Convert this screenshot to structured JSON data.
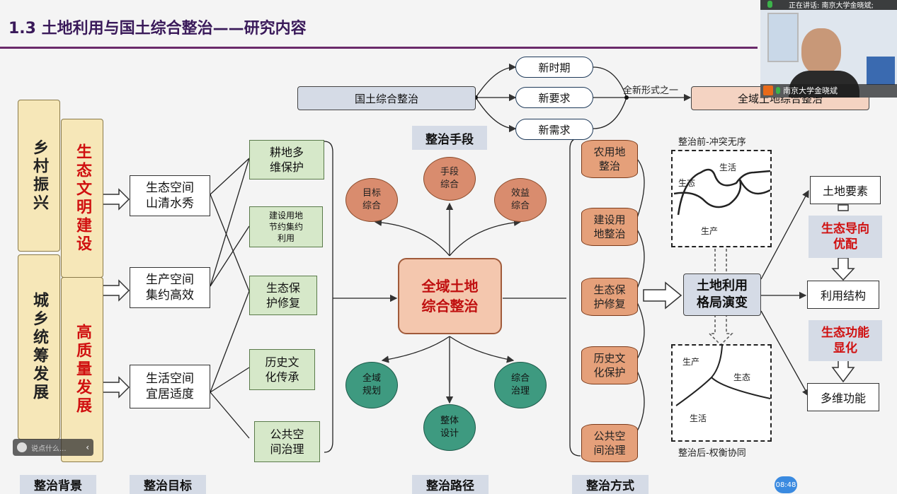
{
  "title": "1.3 土地利用与国土综合整治——研究内容",
  "left_vertical": {
    "top": "乡村振兴",
    "bottom": "城乡统筹发展"
  },
  "red_vertical": {
    "top": "生态文明建设",
    "bottom": "高质量发展"
  },
  "goals": [
    {
      "line1": "生态空间",
      "line2": "山清水秀"
    },
    {
      "line1": "生产空间",
      "line2": "集约高效"
    },
    {
      "line1": "生活空间",
      "line2": "宜居适度"
    }
  ],
  "green_items": [
    {
      "line1": "耕地多",
      "line2": "维保护"
    },
    {
      "line1": "建设用地",
      "line2": "节约集约",
      "line3": "利用"
    },
    {
      "line1": "生态保",
      "line2": "护修复"
    },
    {
      "line1": "历史文",
      "line2": "化传承"
    },
    {
      "line1": "公共空",
      "line2": "间治理"
    }
  ],
  "means_label": "整治手段",
  "means_circles": [
    {
      "line1": "目标",
      "line2": "综合"
    },
    {
      "line1": "手段",
      "line2": "综合"
    },
    {
      "line1": "效益",
      "line2": "综合"
    }
  ],
  "center": {
    "line1": "全域土地",
    "line2": "综合整治"
  },
  "path_circles": [
    {
      "line1": "全域",
      "line2": "规划"
    },
    {
      "line1": "整体",
      "line2": "设计"
    },
    {
      "line1": "综合",
      "line2": "治理"
    }
  ],
  "cylinders": [
    {
      "line1": "农用地",
      "line2": "整治"
    },
    {
      "line1": "建设用",
      "line2": "地整治"
    },
    {
      "line1": "生态保",
      "line2": "护修复"
    },
    {
      "line1": "历史文",
      "line2": "化保护"
    },
    {
      "line1": "公共空",
      "line2": "间治理"
    }
  ],
  "top_flow": {
    "left": "国土综合整治",
    "branches": [
      "新时期",
      "新要求",
      "新需求"
    ],
    "arrow_label": "全新形式之一",
    "right": "全域土地综合整治"
  },
  "before": {
    "caption": "整治前-冲突无序",
    "l1": "生活",
    "l2": "生态",
    "l3": "生产"
  },
  "after": {
    "caption": "整治后-权衡协同",
    "l1": "生产",
    "l2": "生态",
    "l3": "生活"
  },
  "evolution": {
    "line1": "土地利用",
    "line2": "格局演变"
  },
  "right_chain": {
    "element": "土地要素",
    "guide": {
      "line1": "生态导向",
      "line2": "优配"
    },
    "structure": "利用结构",
    "function_red": {
      "line1": "生态功能",
      "line2": "显化"
    },
    "multi": "多维功能"
  },
  "bottom_labels": [
    "整治背景",
    "整治目标",
    "整治路径",
    "整治方式"
  ],
  "video": {
    "speaking": "正在讲话: 南京大学金晓斌;",
    "name": "南京大学金晓斌"
  },
  "chat": {
    "placeholder": "说点什么..."
  },
  "time": "08:48"
}
